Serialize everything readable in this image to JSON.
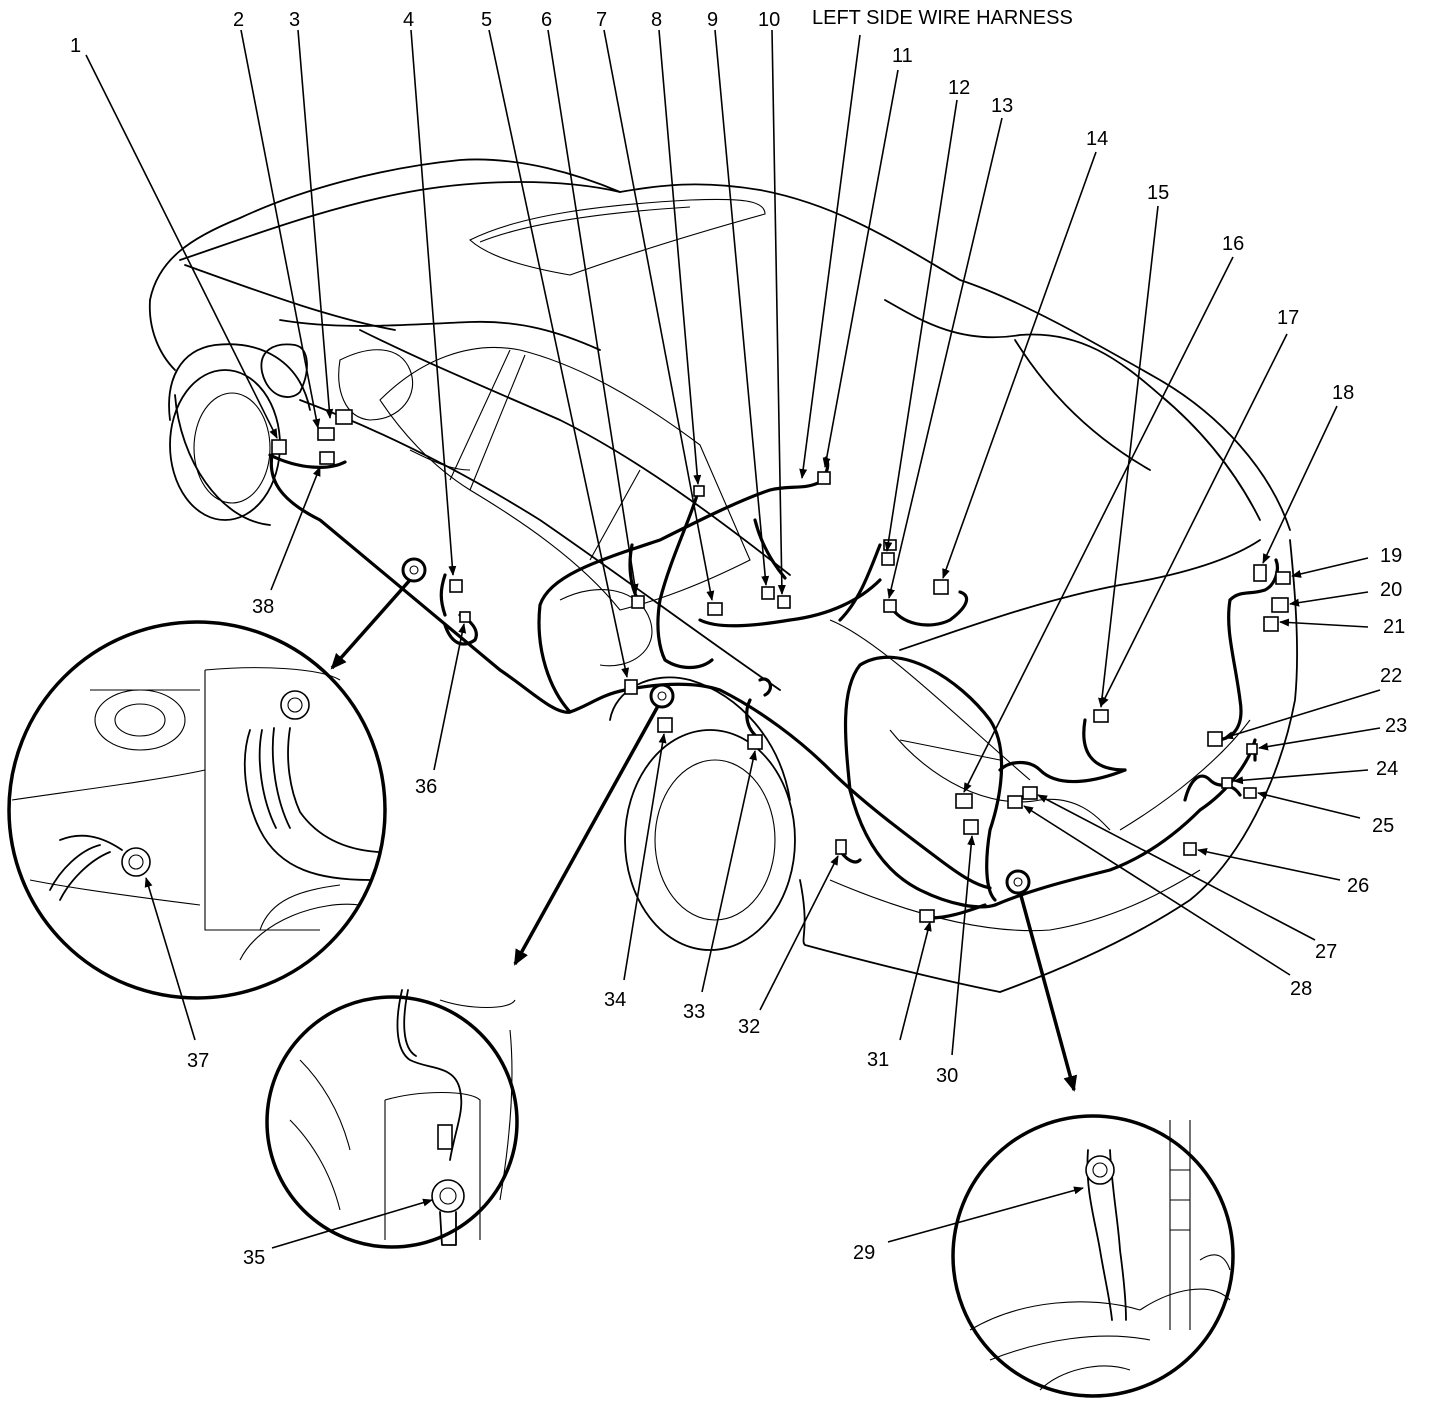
{
  "title": "LEFT SIDE WIRE HARNESS",
  "callouts": [
    "1",
    "2",
    "3",
    "4",
    "5",
    "6",
    "7",
    "8",
    "9",
    "10",
    "11",
    "12",
    "13",
    "14",
    "15",
    "16",
    "17",
    "18",
    "19",
    "20",
    "21",
    "22",
    "23",
    "24",
    "25",
    "26",
    "27",
    "28",
    "29",
    "30",
    "31",
    "32",
    "33",
    "34",
    "35",
    "36",
    "37",
    "38"
  ]
}
